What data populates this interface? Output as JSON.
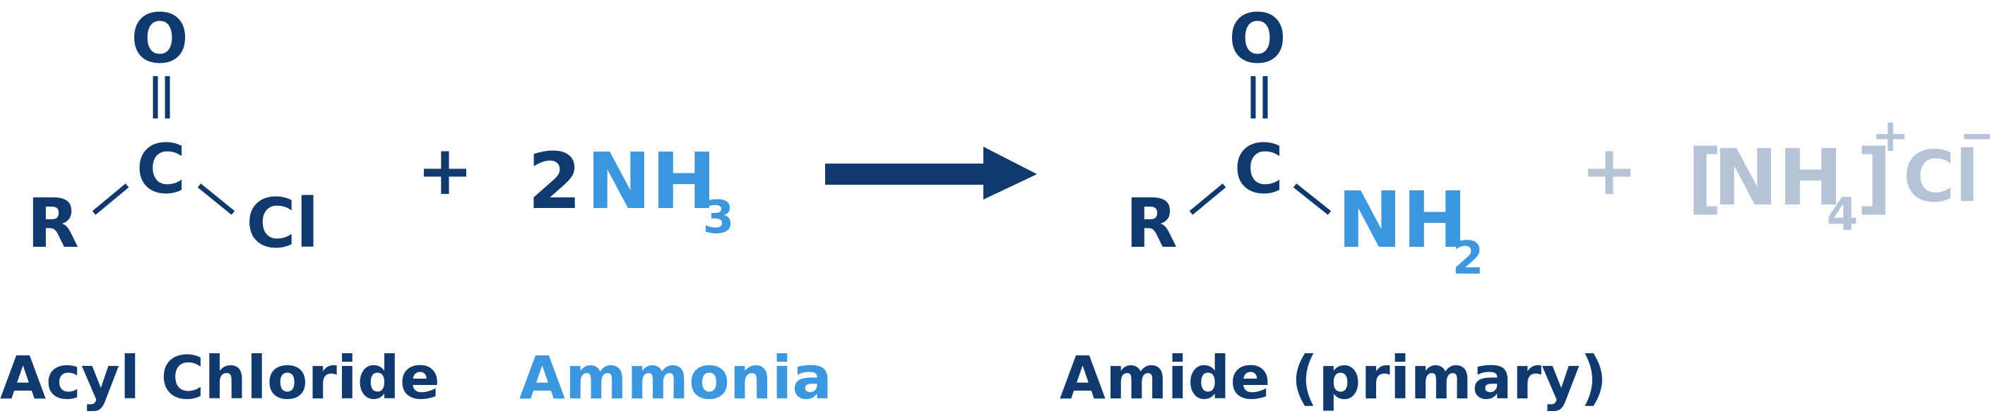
{
  "colors": {
    "dark": "#10396e",
    "light": "#3d97de",
    "faded": "#b6c3d6"
  },
  "reactant1": {
    "carbonyl_o": "O",
    "carbon": "C",
    "r_group": "R",
    "chlorine": "Cl",
    "label": "Acyl Chloride"
  },
  "plus1": "+",
  "reactant2": {
    "coefficient": "2",
    "formula_main": "NH",
    "formula_sub": "3",
    "label": "Ammonia"
  },
  "product1": {
    "carbonyl_o": "O",
    "carbon": "C",
    "r_group": "R",
    "amine_main": "NH",
    "amine_sub": "2",
    "label": "Amide (primary)"
  },
  "plus2": "+",
  "product2": {
    "open_bracket": "[",
    "formula_main": "NH",
    "formula_sub": "4",
    "close_bracket": "]",
    "charge_pos": "+",
    "chloride": "Cl",
    "charge_neg": "−"
  }
}
